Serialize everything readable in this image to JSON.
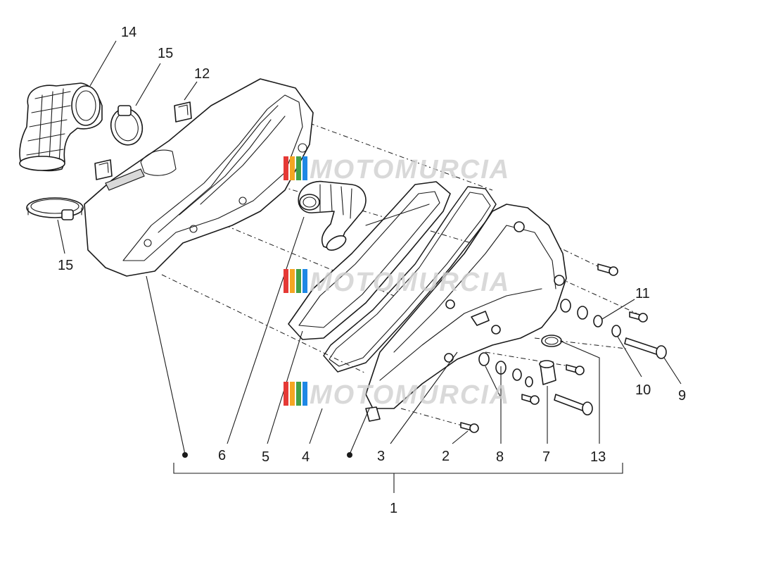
{
  "watermark": {
    "text": "MOTOMURCIA",
    "colors": [
      "#e53935",
      "#f5a623",
      "#43a047",
      "#1e88e5"
    ]
  },
  "callouts": {
    "c1": "1",
    "c2": "2",
    "c3": "3",
    "c4": "4",
    "c5": "5",
    "c6": "6",
    "c7": "7",
    "c8": "8",
    "c9": "9",
    "c10": "10",
    "c11": "11",
    "c12": "12",
    "c13": "13",
    "c14": "14",
    "c15a": "15",
    "c15b": "15"
  }
}
